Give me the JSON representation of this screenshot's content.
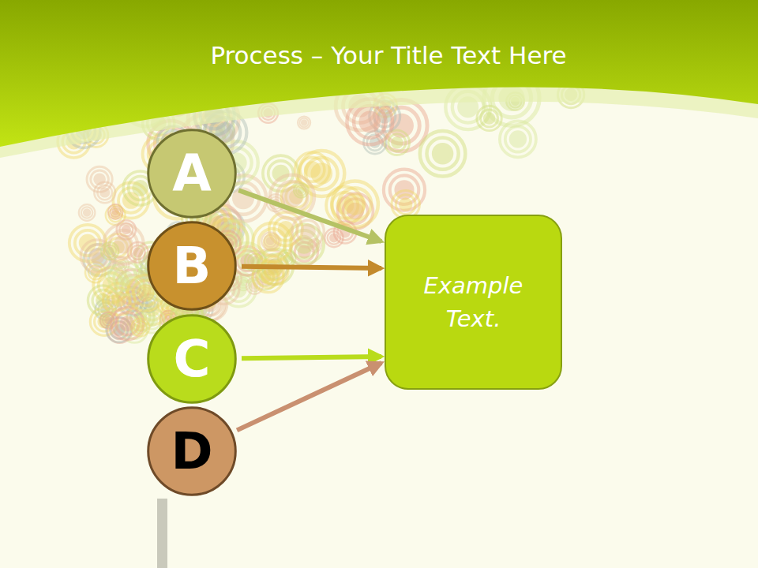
{
  "diagram": {
    "title": "Process – Your Title Text Here",
    "nodes": [
      {
        "text": [
          "A"
        ]
      },
      {
        "text": [
          "B"
        ]
      },
      {
        "text": [
          "C"
        ]
      },
      {
        "text": [
          "D"
        ]
      },
      {
        "text": [
          "Example Text."
        ]
      }
    ],
    "edges": [
      {
        "from": 0,
        "to": 4,
        "arrow": "to"
      },
      {
        "from": 1,
        "to": 4,
        "arrow": "to"
      },
      {
        "from": 2,
        "to": 4,
        "arrow": "to"
      },
      {
        "from": 3,
        "to": 4,
        "arrow": "to"
      }
    ]
  }
}
